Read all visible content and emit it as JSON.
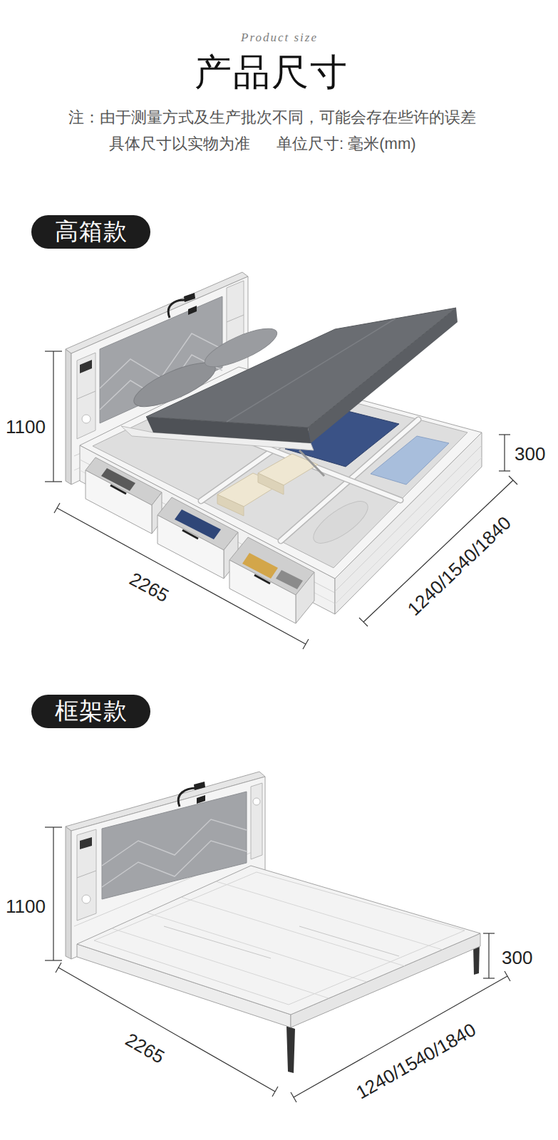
{
  "diagram": {
    "title": "产品尺寸",
    "nodes": [
      {
        "text": [
          "高箱款"
        ]
      },
      {
        "text": [
          "框架款"
        ]
      }
    ],
    "labels": [
      "Product size",
      "注：由于测量方式及生产批次不同，可能会存在些许的误差",
      "具体尺寸以实物为准",
      "单位尺寸: 毫米(mm)",
      "1100",
      "300",
      "2265",
      "1240/1540/1840",
      "1100",
      "300",
      "2265",
      "1240/1540/1840"
    ]
  }
}
